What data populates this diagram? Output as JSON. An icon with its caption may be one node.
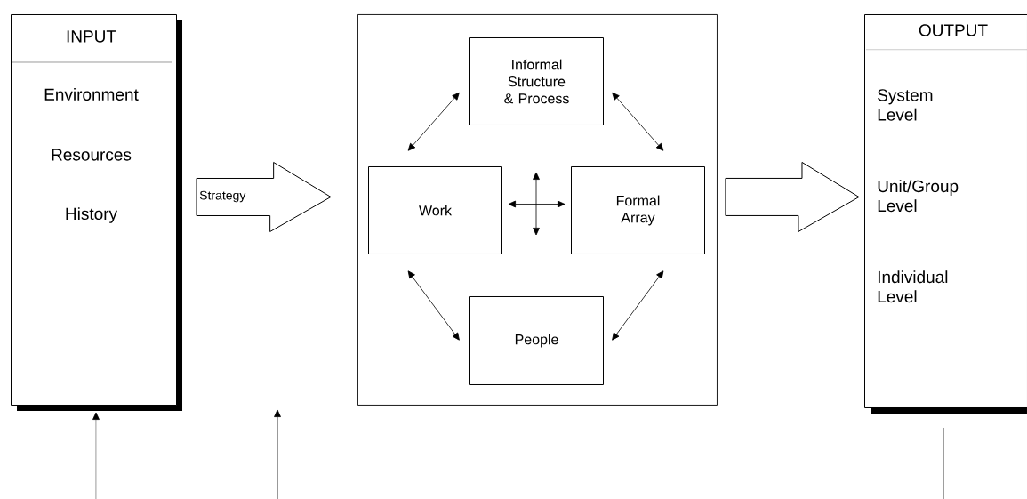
{
  "diagram": {
    "nodes": [
      {
        "text": [
          "INPUT",
          "Environment",
          "Resources",
          "History"
        ]
      },
      {
        "text": [],
        "shape": "box"
      },
      {
        "text": [
          "Informal Structure & Process"
        ],
        "in": 1
      },
      {
        "text": [
          "Work"
        ],
        "in": 1
      },
      {
        "text": [
          "Formal Array"
        ],
        "in": 1
      },
      {
        "text": [
          "People"
        ],
        "in": 1
      },
      {
        "text": [
          "OUTPUT",
          "System Level",
          "Unit/Group Level",
          "Individual Level"
        ]
      }
    ],
    "edges": [
      {
        "from": 0,
        "to": 1,
        "arrow": "to",
        "label": "Strategy"
      },
      {
        "from": 1,
        "to": 6,
        "arrow": "to"
      },
      {
        "from": 2,
        "to": 3,
        "arrow": "both"
      },
      {
        "from": 2,
        "to": 4,
        "arrow": "both"
      },
      {
        "from": 3,
        "to": 5,
        "arrow": "both"
      },
      {
        "from": 4,
        "to": 5,
        "arrow": "both"
      },
      {
        "from": 3,
        "to": 4,
        "arrow": "both"
      },
      {
        "from": null,
        "to": 0,
        "arrow": "to"
      },
      {
        "from": 6,
        "to": null,
        "arrow": "none"
      }
    ]
  }
}
